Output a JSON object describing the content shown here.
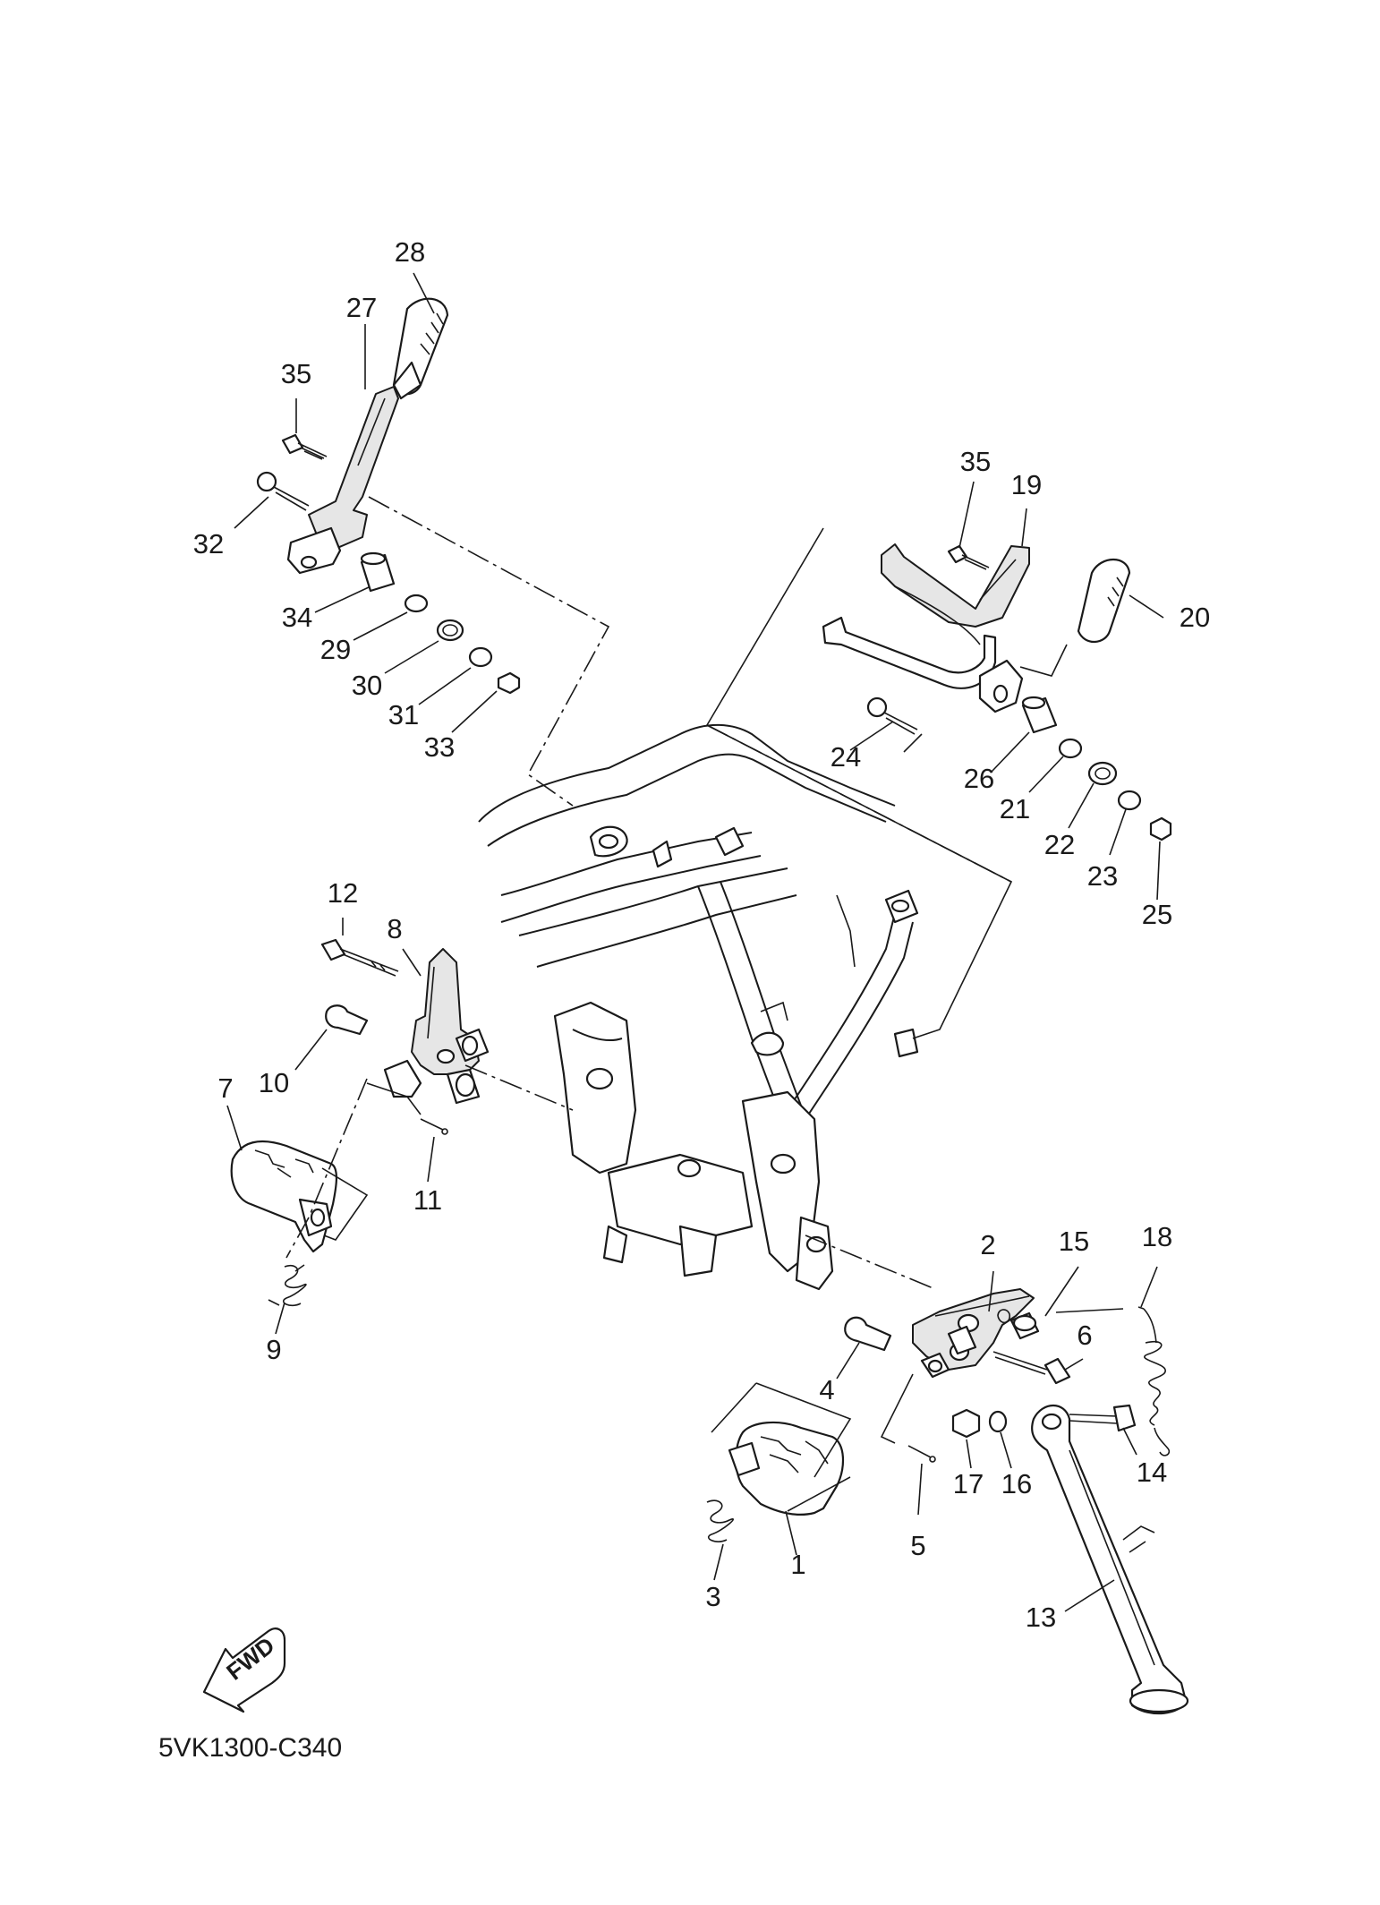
{
  "diagram_code": "5VK1300-C340",
  "fwd_label": "FWD",
  "parts": [
    {
      "id": "p1",
      "number": "1"
    },
    {
      "id": "p2",
      "number": "2"
    },
    {
      "id": "p3",
      "number": "3"
    },
    {
      "id": "p4",
      "number": "4"
    },
    {
      "id": "p5",
      "number": "5"
    },
    {
      "id": "p6",
      "number": "6"
    },
    {
      "id": "p7",
      "number": "7"
    },
    {
      "id": "p8",
      "number": "8"
    },
    {
      "id": "p9",
      "number": "9"
    },
    {
      "id": "p10",
      "number": "10"
    },
    {
      "id": "p11",
      "number": "11"
    },
    {
      "id": "p12",
      "number": "12"
    },
    {
      "id": "p13",
      "number": "13"
    },
    {
      "id": "p14",
      "number": "14"
    },
    {
      "id": "p15",
      "number": "15"
    },
    {
      "id": "p16",
      "number": "16"
    },
    {
      "id": "p17",
      "number": "17"
    },
    {
      "id": "p18",
      "number": "18"
    },
    {
      "id": "p19",
      "number": "19"
    },
    {
      "id": "p20",
      "number": "20"
    },
    {
      "id": "p21",
      "number": "21"
    },
    {
      "id": "p22",
      "number": "22"
    },
    {
      "id": "p23",
      "number": "23"
    },
    {
      "id": "p24",
      "number": "24"
    },
    {
      "id": "p25",
      "number": "25"
    },
    {
      "id": "p26",
      "number": "26"
    },
    {
      "id": "p27",
      "number": "27"
    },
    {
      "id": "p28",
      "number": "28"
    },
    {
      "id": "p29",
      "number": "29"
    },
    {
      "id": "p30",
      "number": "30"
    },
    {
      "id": "p31",
      "number": "31"
    },
    {
      "id": "p32",
      "number": "32"
    },
    {
      "id": "p33",
      "number": "33"
    },
    {
      "id": "p34",
      "number": "34"
    },
    {
      "id": "p35a",
      "number": "35"
    },
    {
      "id": "p35b",
      "number": "35"
    }
  ]
}
